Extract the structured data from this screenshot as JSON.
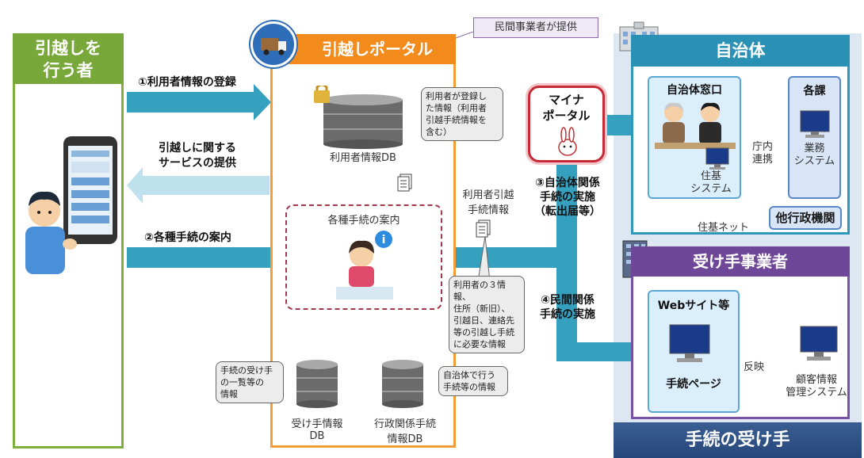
{
  "mover": {
    "title": "引越しを\n行う者"
  },
  "portal": {
    "title": "引越しポータル",
    "note": "民間事業者が提供"
  },
  "arrows": {
    "register": "①利用者情報の登録",
    "service": "引越しに関する\nサービスの提供",
    "guide": "②各種手続の案内"
  },
  "user_db": {
    "label": "利用者情報DB",
    "callout": "利用者が登録し\nた情報（利用者\n引越手続情報を\n含む）"
  },
  "guide": {
    "label": "各種手続の案内",
    "info_callout": "利用者の３情報、\n住所（新旧）、\n引越日、連絡先\n等の引越し手続\nに必要な情報"
  },
  "move_info": "利用者引越\n手続情報",
  "receiver_db": {
    "label": "受け手情報\nDB",
    "callout": "手続の受け手\nの一覧等の\n情報"
  },
  "admin_db": {
    "label": "行政関係手続\n情報DB",
    "callout": "自治体で行う\n手続等の情報"
  },
  "maina": {
    "title": "マイナ\nポータル"
  },
  "step3": "③自治体関係\n手続の実施\n（転出届等）",
  "step4": "④民間関係\n手続の実施",
  "municipality": {
    "title": "自治体",
    "window": "自治体窓口",
    "juki_system": "住基\nシステム",
    "liaison": "庁内\n連携",
    "dept": "各課",
    "business_system": "業務\nシステム",
    "juki_net": "住基ネット",
    "other_agency": "他行政機関"
  },
  "business": {
    "title": "受け手事業者",
    "website": "Webサイト等",
    "procedure_page": "手続ページ",
    "reflect": "反映",
    "customer_system": "顧客情報\n管理システム"
  },
  "receiver_band": "手続の受け手",
  "colors": {
    "mover_green": "#78a83a",
    "portal_orange": "#f28a1c",
    "arrow_teal": "#36a1bf",
    "arrow_light": "#bfe1ee",
    "muni_teal": "#2a90b4",
    "biz_purple": "#6e4799",
    "maina_red": "#c62a36",
    "receiver_navy": "#27477a"
  }
}
